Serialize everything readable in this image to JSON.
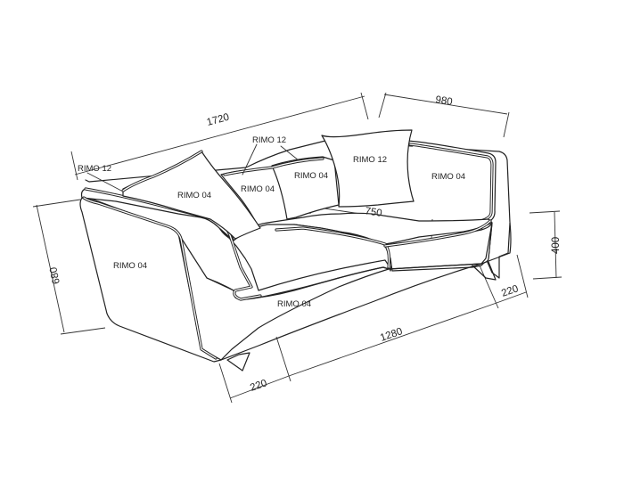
{
  "dimensions": {
    "overall_width": "1720",
    "depth": "980",
    "height": "680",
    "seat_height": "400",
    "seat_depth": "750",
    "inner_length": "1280",
    "leg_offset_left": "220",
    "leg_offset_right": "220"
  },
  "labels": {
    "arm_left_piping": "RIMO 12",
    "back_piping": "RIMO 12",
    "cushion_right_label": "RIMO 12",
    "left_cushion": "RIMO 04",
    "back_cushion_left": "RIMO 04",
    "back_cushion_right": "RIMO 04",
    "right_arm": "RIMO 04",
    "left_arm_front": "RIMO 04",
    "base_front": "RIMO 04"
  },
  "colors": {
    "line": "#222222",
    "background": "#ffffff"
  }
}
